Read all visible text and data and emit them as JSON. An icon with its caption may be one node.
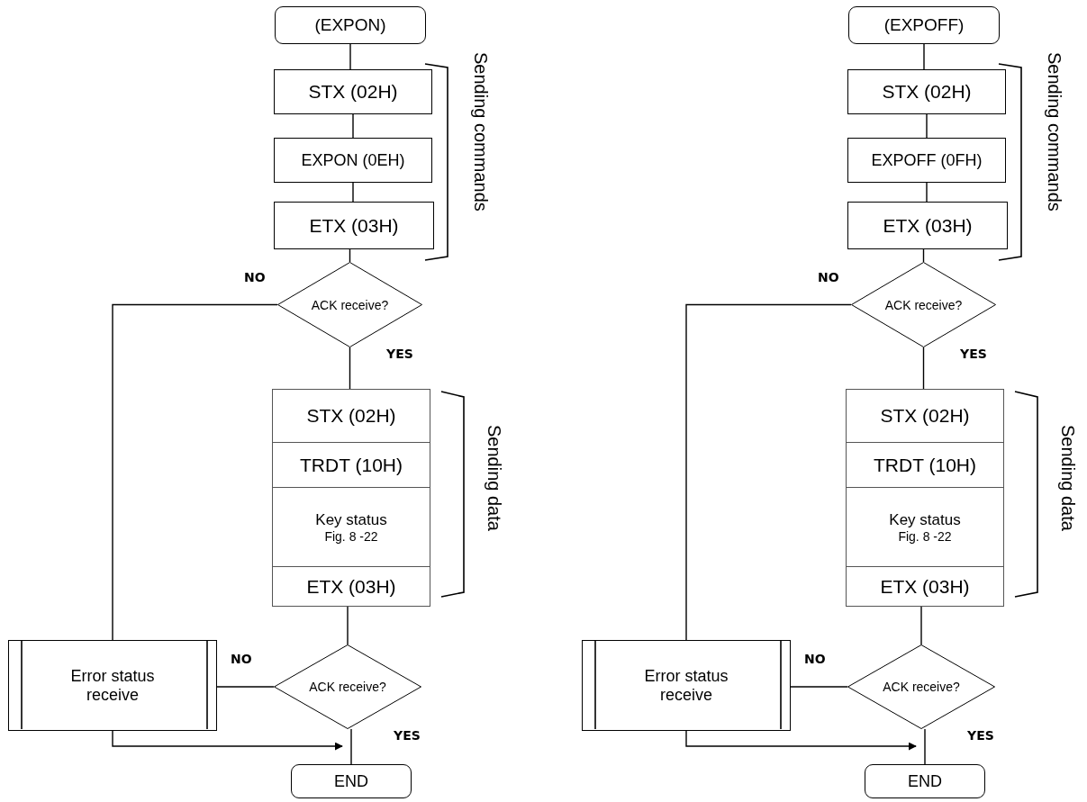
{
  "diagram": {
    "nodes": [
      {
        "text": [
          "(EXPON)"
        ]
      },
      {
        "text": [
          "STX (02H)"
        ]
      },
      {
        "text": [
          "EXPON (0EH)"
        ]
      },
      {
        "text": [
          "ETX (03H)"
        ]
      },
      {
        "text": [
          "ACK receive?"
        ]
      },
      {
        "text": [
          "STX (02H)",
          "TRDT (10H)",
          "Key status",
          "Fig. 8 -22",
          "ETX (03H)"
        ]
      },
      {
        "text": [
          "ACK receive?"
        ]
      },
      {
        "text": [
          "Error status receive"
        ]
      },
      {
        "text": [
          "END"
        ]
      },
      {
        "text": [
          "(EXPOFF)"
        ]
      },
      {
        "text": [
          "STX (02H)"
        ]
      },
      {
        "text": [
          "EXPOFF (0FH)"
        ]
      },
      {
        "text": [
          "ETX (03H)"
        ]
      },
      {
        "text": [
          "ACK receive?"
        ]
      },
      {
        "text": [
          "STX (02H)",
          "TRDT (10H)",
          "Key status",
          "Fig. 8 -22",
          "ETX (03H)"
        ]
      },
      {
        "text": [
          "ACK receive?"
        ]
      },
      {
        "text": [
          "Error status receive"
        ]
      },
      {
        "text": [
          "END"
        ]
      }
    ],
    "edges": [
      {
        "from": 0,
        "to": 1,
        "arrow": "none"
      },
      {
        "from": 1,
        "to": 2,
        "arrow": "none"
      },
      {
        "from": 2,
        "to": 3,
        "arrow": "none"
      },
      {
        "from": 3,
        "to": 4,
        "arrow": "none"
      },
      {
        "from": 4,
        "to": 5,
        "arrow": "none",
        "label": "YES"
      },
      {
        "from": 4,
        "to": 7,
        "arrow": "none",
        "label": "NO"
      },
      {
        "from": 5,
        "to": 6,
        "arrow": "none"
      },
      {
        "from": 6,
        "to": 7,
        "arrow": "none",
        "label": "NO"
      },
      {
        "from": 6,
        "to": 8,
        "arrow": "none",
        "label": "YES"
      },
      {
        "from": 7,
        "to": 8,
        "arrow": "to"
      },
      {
        "from": 9,
        "to": 10,
        "arrow": "none"
      },
      {
        "from": 10,
        "to": 11,
        "arrow": "none"
      },
      {
        "from": 11,
        "to": 12,
        "arrow": "none"
      },
      {
        "from": 12,
        "to": 13,
        "arrow": "none"
      },
      {
        "from": 13,
        "to": 14,
        "arrow": "none",
        "label": "YES"
      },
      {
        "from": 13,
        "to": 16,
        "arrow": "none",
        "label": "NO"
      },
      {
        "from": 14,
        "to": 15,
        "arrow": "none"
      },
      {
        "from": 15,
        "to": 16,
        "arrow": "none",
        "label": "NO"
      },
      {
        "from": 15,
        "to": 17,
        "arrow": "none",
        "label": "YES"
      },
      {
        "from": 16,
        "to": 17,
        "arrow": "to"
      }
    ],
    "labels": [
      "Sending commands",
      "Sending data",
      "Sending commands",
      "Sending data"
    ]
  }
}
